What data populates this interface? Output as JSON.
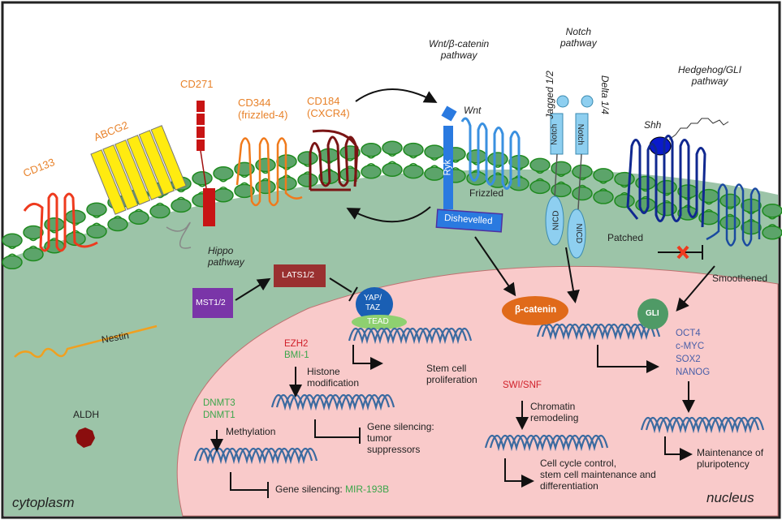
{
  "colors": {
    "cytoplasm": "#9cc4a8",
    "nucleus": "#f8c8c8",
    "membrane": "#5ca46a",
    "membrane_edge": "#2a8a2a",
    "receptor_label": "#e8822a",
    "dna": "#3a6aa0",
    "beta_catenin": "#e06a1a",
    "gli": "#4f9a66",
    "yap": "#1a5fb4",
    "tead": "#8ed070",
    "lats": "#9a3030",
    "mst": "#7a35a8",
    "aldh": "#8a0e0e",
    "notch": "#8ecff0",
    "patched": "#102890",
    "dishevelled": "#2a7ae0"
  },
  "receptors": {
    "cd133": "CD133",
    "abcg2": "ABCG2",
    "cd271": "CD271",
    "cd344": [
      "CD344",
      "(frizzled-4)"
    ],
    "cd184": [
      "CD184",
      "(CXCR4)"
    ]
  },
  "pathways": {
    "wnt": {
      "title": [
        "Wnt/β-catenin",
        "pathway"
      ],
      "ligand": "Wnt",
      "ryk": "Ryk",
      "frizzled": "Frizzled",
      "dishevelled": "Dishevelled",
      "beta_catenin": "β-catenin"
    },
    "notch": {
      "title": [
        "Notch",
        "pathway"
      ],
      "jagged": "Jagged 1/2",
      "delta": "Delta 1/4",
      "notch": "Notch",
      "nicd": "NICD"
    },
    "hedgehog": {
      "title": [
        "Hedgehog/GLI",
        "pathway"
      ],
      "shh": "Shh",
      "patched": "Patched",
      "smoothened": "Smoothened",
      "gli": "GLI"
    },
    "hippo": {
      "title": [
        "Hippo",
        "pathway"
      ],
      "mst": "MST1/2",
      "lats": "LATS1/2",
      "yap": [
        "YAP/",
        "TAZ"
      ],
      "tead": "TEAD"
    }
  },
  "cytoplasm_items": {
    "nestin": "Nestin",
    "aldh": "ALDH",
    "label": "cytoplasm"
  },
  "nucleus": {
    "label": "nucleus",
    "stem_cell_proliferation": [
      "Stem cell",
      "proliferation"
    ],
    "histone": {
      "ezh2": "EZH2",
      "bmi1": "BMI-1",
      "process": [
        "Histone",
        "modification"
      ],
      "outcome": [
        "Gene silencing:",
        "tumor",
        "suppressors"
      ]
    },
    "methylation": {
      "dnmt3": "DNMT3",
      "dnmt1": "DNMT1",
      "process": "Methylation",
      "outcome_prefix": "Gene silencing:",
      "outcome_target": "MIR-193B"
    },
    "chromatin": {
      "swi": "SWI/SNF",
      "process": [
        "Chromatin",
        "remodeling"
      ],
      "outcome": [
        "Cell cycle control,",
        "stem cell maintenance and",
        "differentiation"
      ]
    },
    "pluripotency_genes": [
      "OCT4",
      "c-MYC",
      "SOX2",
      "NANOG"
    ],
    "pluripotency_outcome": [
      "Maintenance of",
      "pluripotency"
    ]
  }
}
